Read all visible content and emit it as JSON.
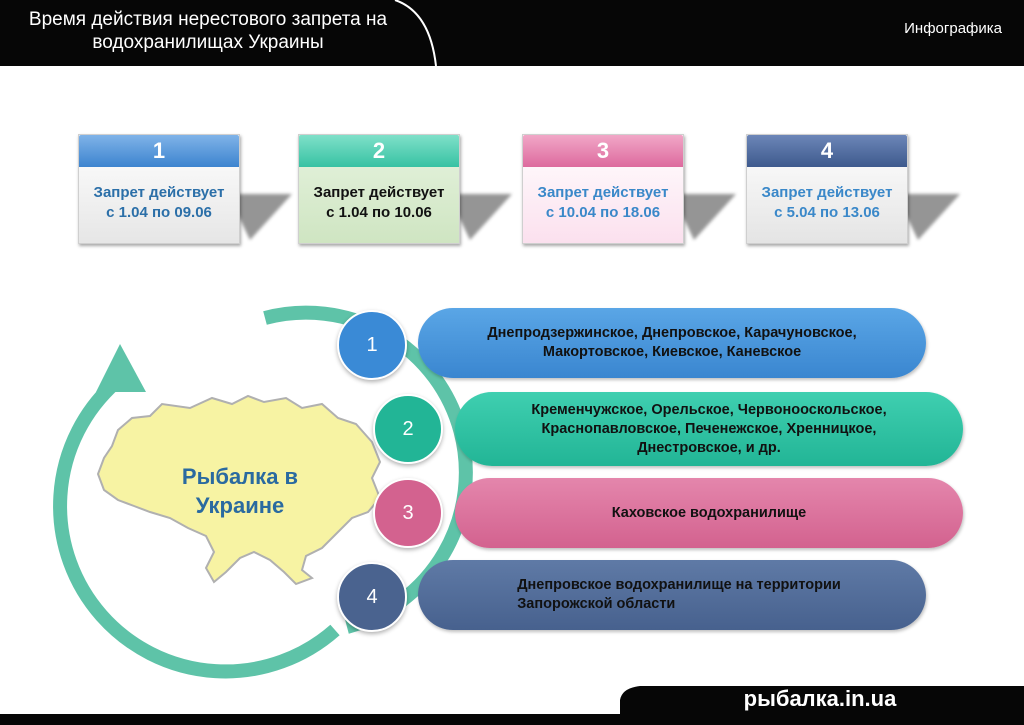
{
  "header": {
    "title": "Время действия нерестового запрета на водохранилищах Украины",
    "tag": "Инфографика"
  },
  "footer": {
    "site": "рыбалка.in.ua"
  },
  "colors": {
    "blue": "#4a93d8",
    "teal": "#27bfa0",
    "pink": "#d96b96",
    "navy": "#4f6a96",
    "arc": "#5ec3a8",
    "map_fill": "#f7f3a3",
    "map_stroke": "#b8b8b8"
  },
  "periods": [
    {
      "num": "1",
      "line1": "Запрет действует",
      "line2": "с 1.04 по 09.06"
    },
    {
      "num": "2",
      "line1": "Запрет действует",
      "line2": "с 1.04 по 10.06"
    },
    {
      "num": "3",
      "line1": "Запрет действует",
      "line2": "с 10.04 по 18.06"
    },
    {
      "num": "4",
      "line1": "Запрет действует",
      "line2": "с 5.04 по 13.06"
    }
  ],
  "map_label": "Рыбалка в\nУкраине",
  "groups": [
    {
      "num": "1",
      "text": "Днепродзержинское, Днепровское, Карачуновское,\nМакортовское, Киевское, Каневское"
    },
    {
      "num": "2",
      "text": "Кременчужское, Орельское, Червонооскольское,\nКраснопавловское, Печенежское, Хренницкое,\nДнестровское, и др."
    },
    {
      "num": "3",
      "text": "Каховское водохранилище"
    },
    {
      "num": "4",
      "text": "Днепровское водохранилище на территории\nЗапорожской области"
    }
  ]
}
